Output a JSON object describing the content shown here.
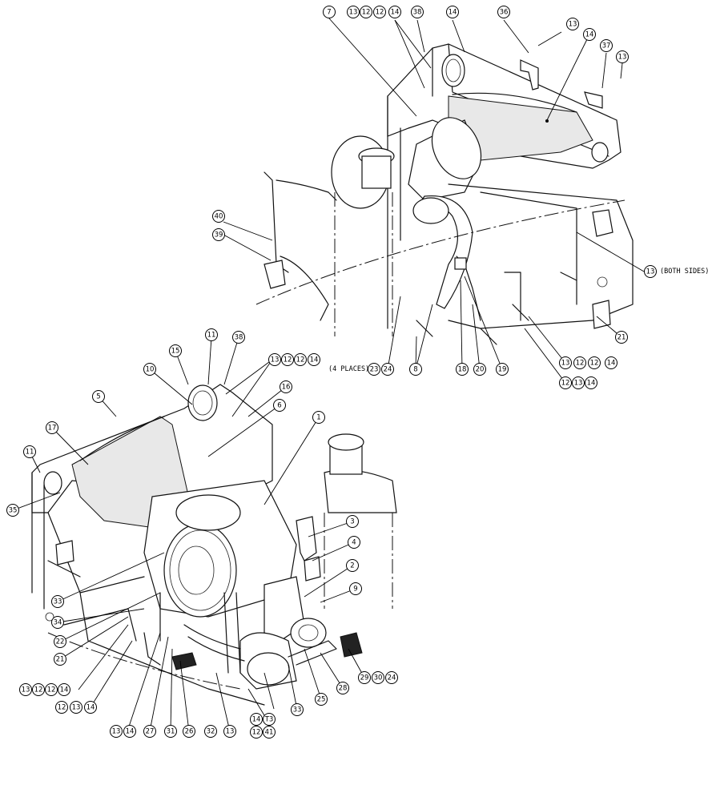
{
  "notes": {
    "both_sides": "(BOTH SIDES)",
    "four_places": "(4 PLACES)"
  },
  "callouts": {
    "top": [
      "7",
      "13",
      "12",
      "12",
      "14",
      "38",
      "14",
      "36",
      "13",
      "14",
      "37",
      "13",
      "40",
      "39",
      "13",
      "21",
      "13",
      "12",
      "12",
      "14",
      "12",
      "13",
      "14",
      "23",
      "24",
      "8",
      "18",
      "20",
      "19"
    ],
    "bottom": [
      "11",
      "38",
      "15",
      "10",
      "13",
      "12",
      "12",
      "14",
      "16",
      "5",
      "6",
      "1",
      "17",
      "11",
      "35",
      "3",
      "4",
      "2",
      "9",
      "33",
      "34",
      "22",
      "21",
      "13",
      "12",
      "12",
      "14",
      "12",
      "13",
      "14",
      "13",
      "14",
      "27",
      "31",
      "26",
      "32",
      "13",
      "14",
      "T3",
      "12",
      "41",
      "33",
      "25",
      "28",
      "29",
      "30",
      "24"
    ]
  }
}
